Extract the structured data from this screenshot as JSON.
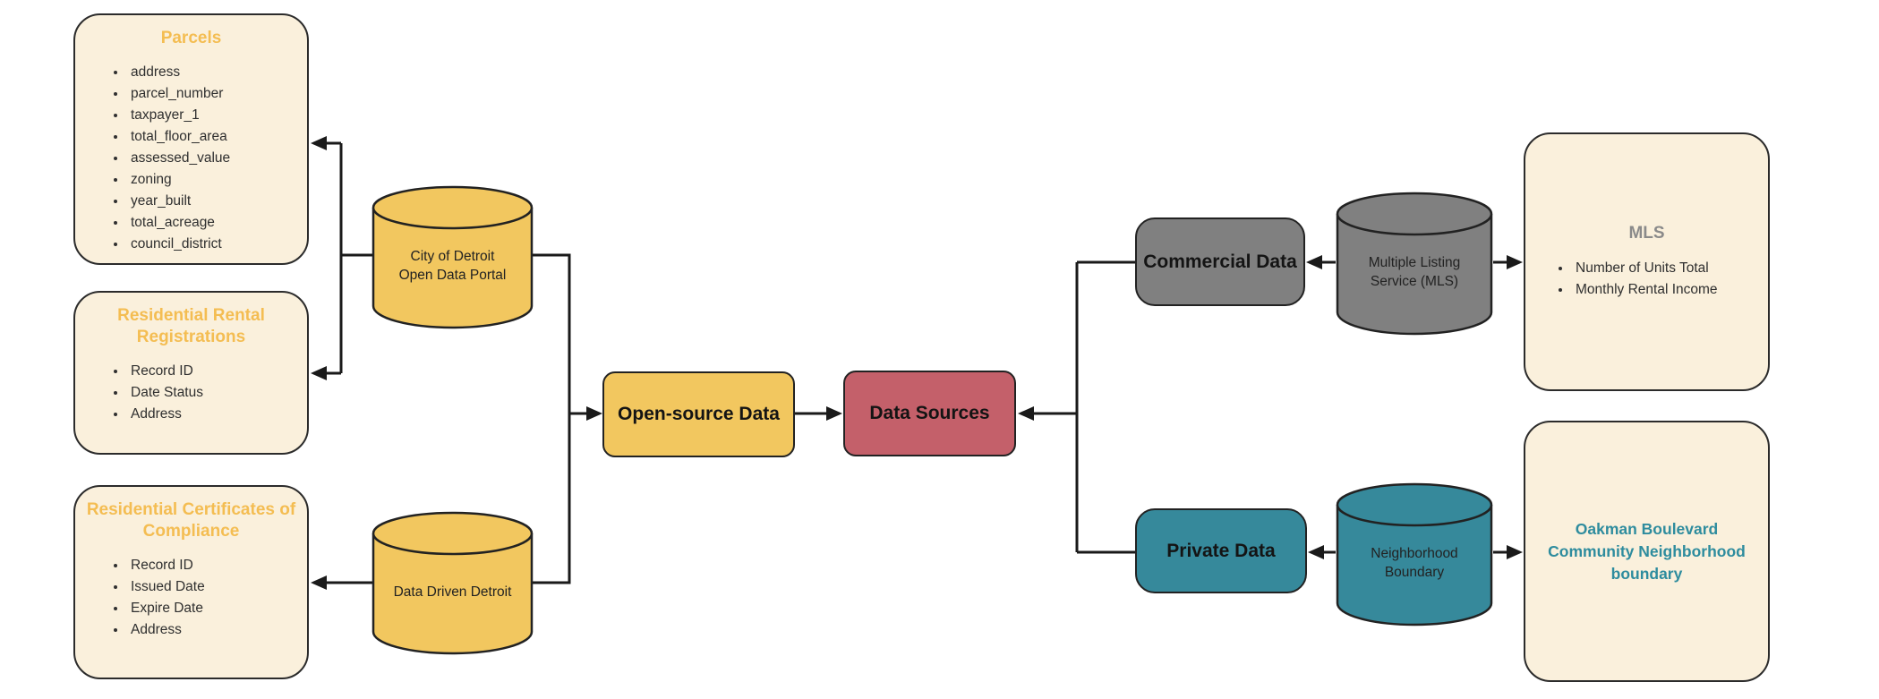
{
  "colors": {
    "cream_box": "#FAF0DC",
    "yellow": "#F2C75F",
    "red": "#C4606A",
    "gray": "#808080",
    "teal": "#36899B",
    "note_title_yellow": "#F4BD52",
    "mls_title_gray": "#8A8A8A",
    "oakman_text_teal": "#2E8C9E",
    "connector_line": "#1A1A1A"
  },
  "left_column": {
    "parcels": {
      "title": "Parcels",
      "items": [
        "address",
        "parcel_number",
        "taxpayer_1",
        "total_floor_area",
        "assessed_value",
        "zoning",
        "year_built",
        "total_acreage",
        "council_district"
      ]
    },
    "rental_registrations": {
      "title": "Residential Rental Registrations",
      "items": [
        "Record ID",
        "Date Status",
        "Address"
      ]
    },
    "certificates_compliance": {
      "title": "Residential Certificates of Compliance",
      "items": [
        "Record ID",
        "Issued Date",
        "Expire Date",
        "Address"
      ]
    }
  },
  "sources": {
    "detroit_open_data_portal": {
      "label": "City of Detroit\nOpen Data Portal"
    },
    "data_driven_detroit": {
      "label": "Data Driven Detroit"
    },
    "mls_service": {
      "label": "Multiple Listing\nService (MLS)"
    },
    "neighborhood_boundary": {
      "label": "Neighborhood\nBoundary"
    }
  },
  "hubs": {
    "open_source_data": {
      "label": "Open-source Data"
    },
    "data_sources": {
      "label": "Data Sources"
    },
    "commercial_data": {
      "label": "Commercial Data"
    },
    "private_data": {
      "label": "Private Data"
    }
  },
  "right_column": {
    "mls": {
      "title": "MLS",
      "items": [
        "Number of Units Total",
        "Monthly Rental Income"
      ]
    },
    "oakman": {
      "text": "Oakman Boulevard\nCommunity Neighborhood\nboundary"
    }
  }
}
